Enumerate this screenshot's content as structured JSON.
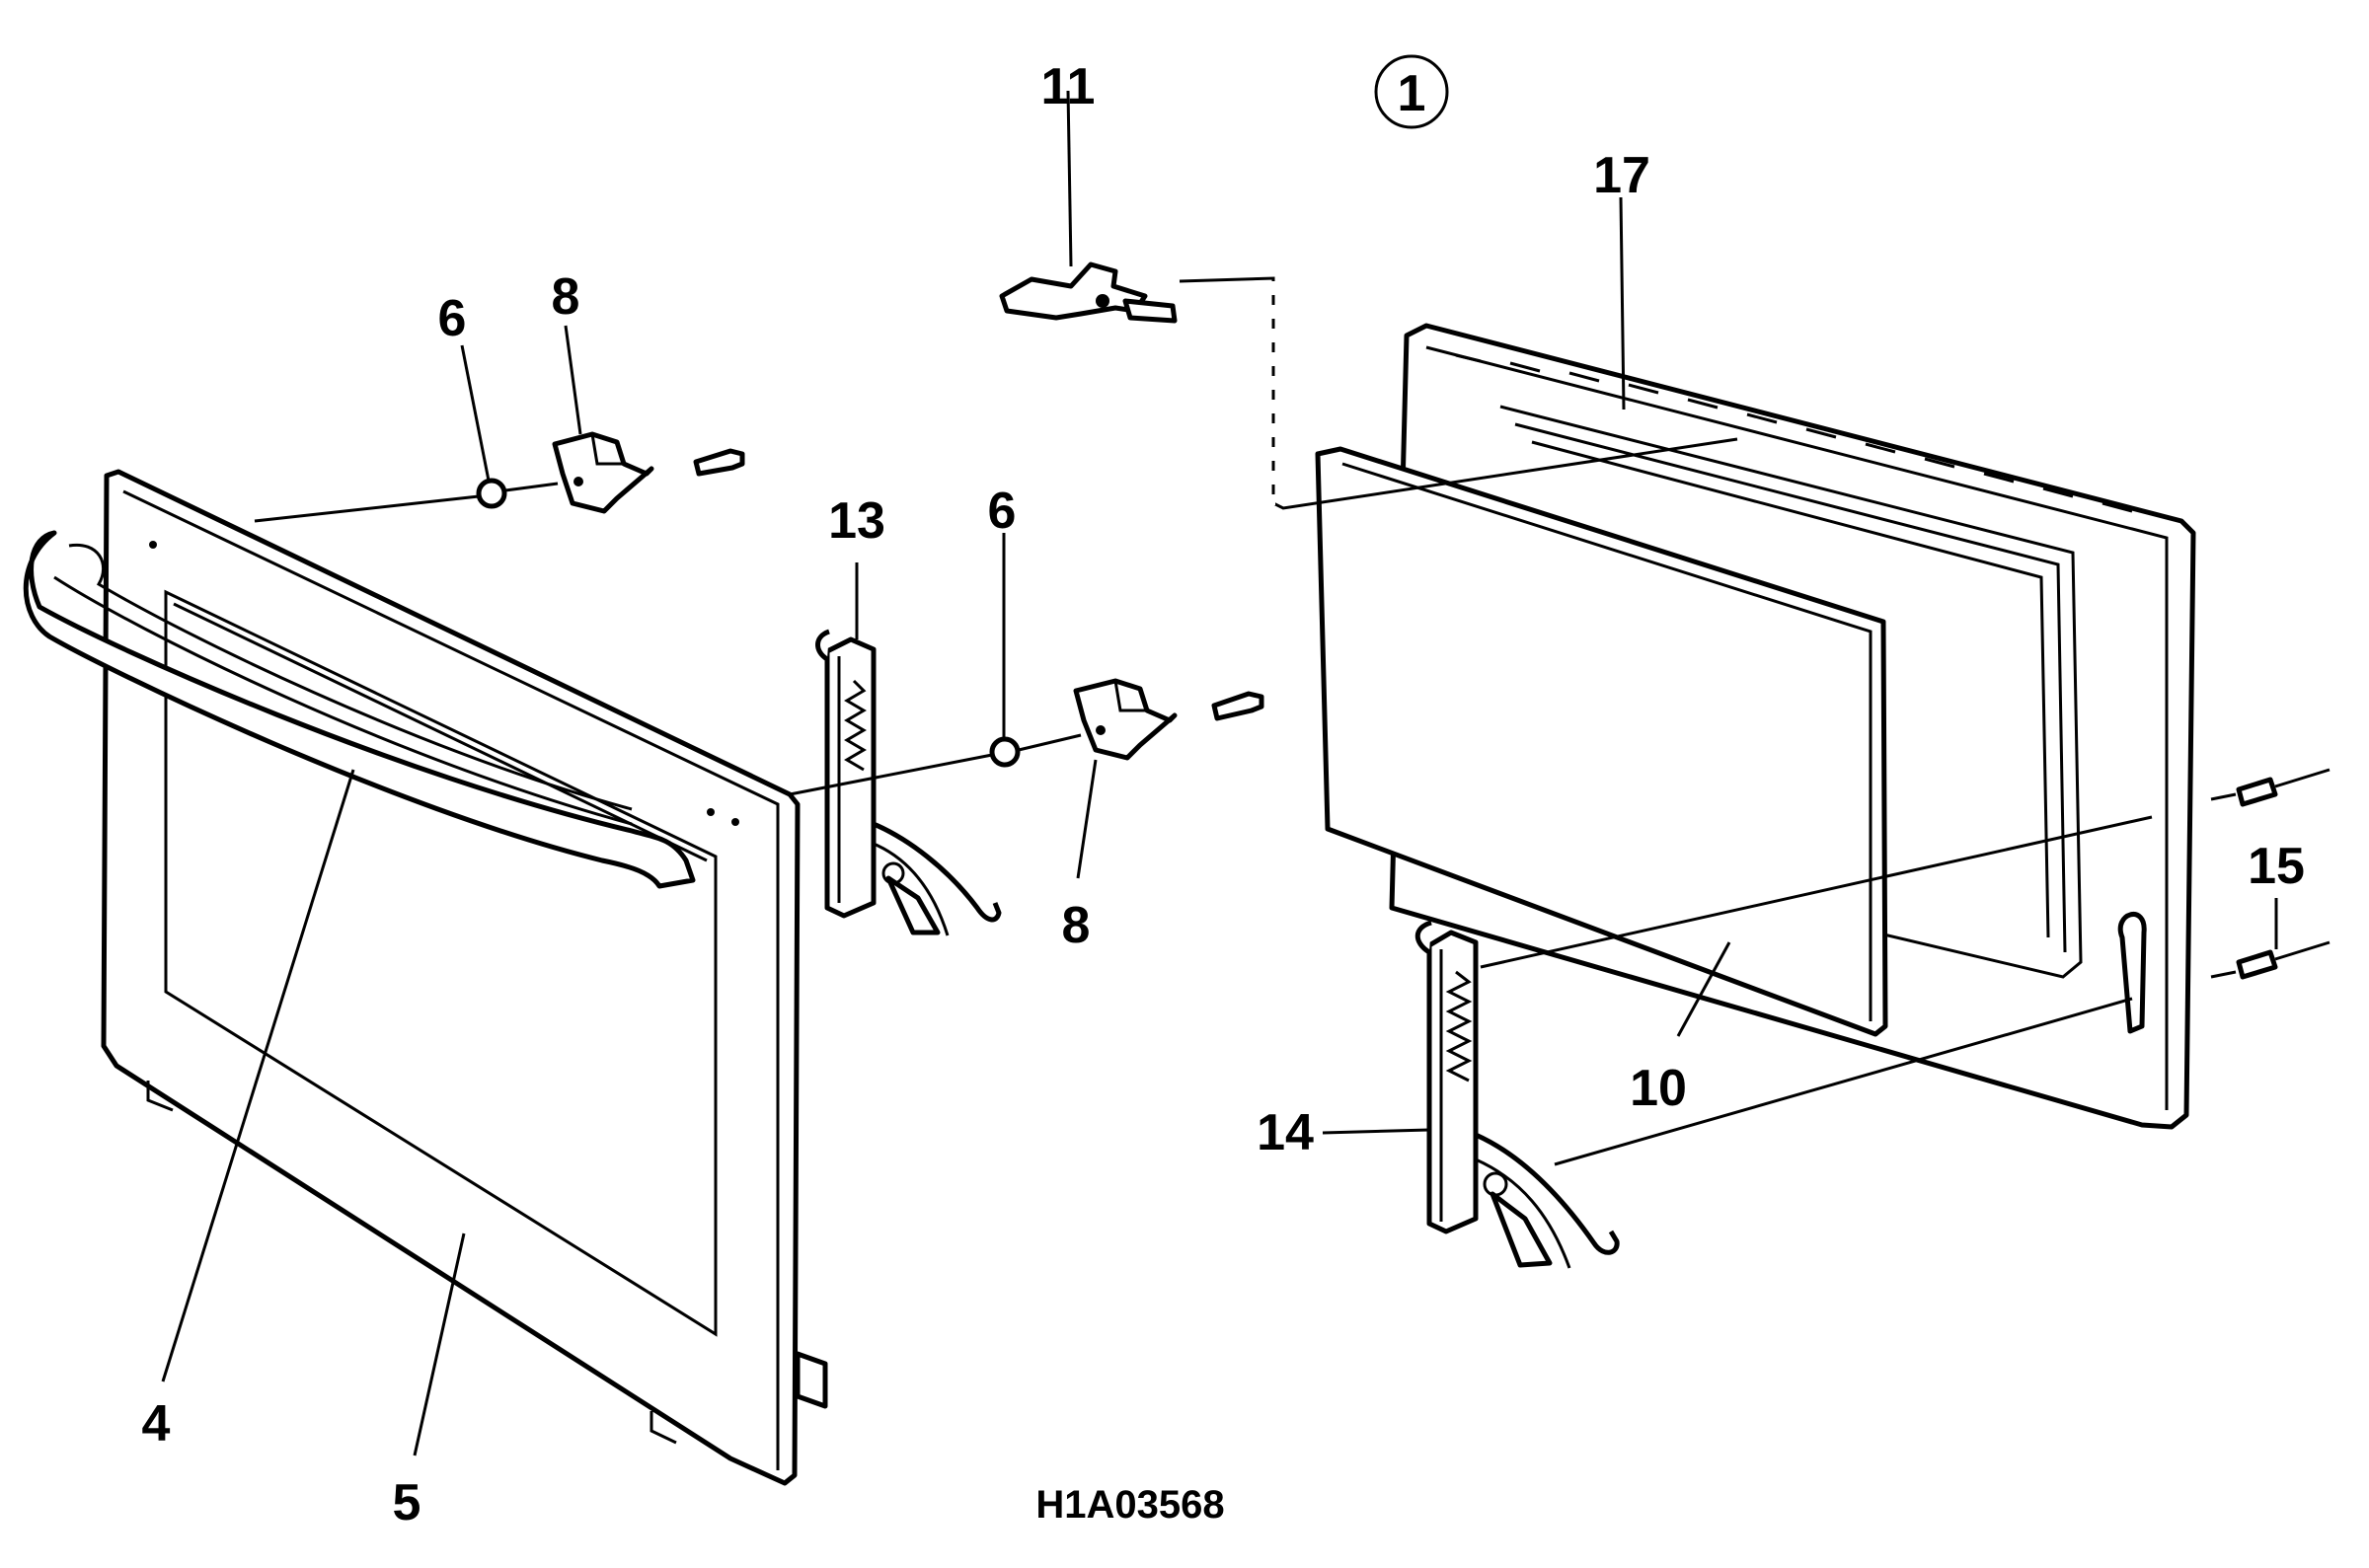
{
  "diagram": {
    "group_label": "1",
    "drawing_code": "H1A03568",
    "callouts": {
      "c4": "4",
      "c5": "5",
      "c6a": "6",
      "c6b": "6",
      "c8a": "8",
      "c8b": "8",
      "c10": "10",
      "c11": "11",
      "c13": "13",
      "c14": "14",
      "c15": "15",
      "c17": "17"
    }
  }
}
